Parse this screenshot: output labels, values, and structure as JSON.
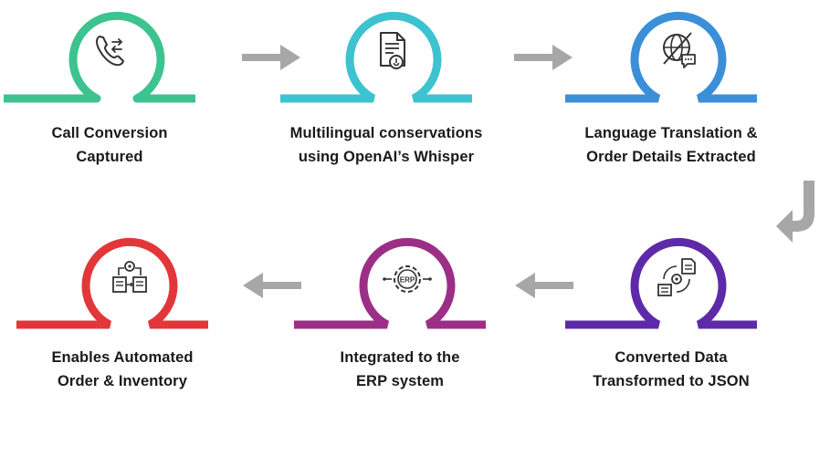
{
  "steps": [
    {
      "id": "call-conversion",
      "color": "#3cc38f",
      "icon": "phone-icon",
      "line1": "Call Conversion",
      "line2": "Captured"
    },
    {
      "id": "multilingual",
      "color": "#3cc3cf",
      "icon": "document-audio-icon",
      "line1": "Multilingual conservations",
      "line2": "using OpenAI’s Whisper"
    },
    {
      "id": "translation",
      "color": "#3b8fd8",
      "icon": "translate-chat-icon",
      "line1": "Language Translation &",
      "line2": "Order Details Extracted"
    },
    {
      "id": "json",
      "color": "#5e2aa8",
      "icon": "data-transform-icon",
      "line1": "Converted Data",
      "line2": "Transformed to JSON"
    },
    {
      "id": "erp",
      "color": "#9b2f86",
      "icon": "erp-gear-icon",
      "line1": "Integrated to the",
      "line2": "ERP system"
    },
    {
      "id": "automation",
      "color": "#e2373a",
      "icon": "automation-workflow-icon",
      "line1": "Enables Automated",
      "line2": "Order & Inventory"
    }
  ],
  "colors": {
    "arrow": "#a7a7a7",
    "text": "#1a1a1a",
    "icon_stroke": "#333333"
  }
}
